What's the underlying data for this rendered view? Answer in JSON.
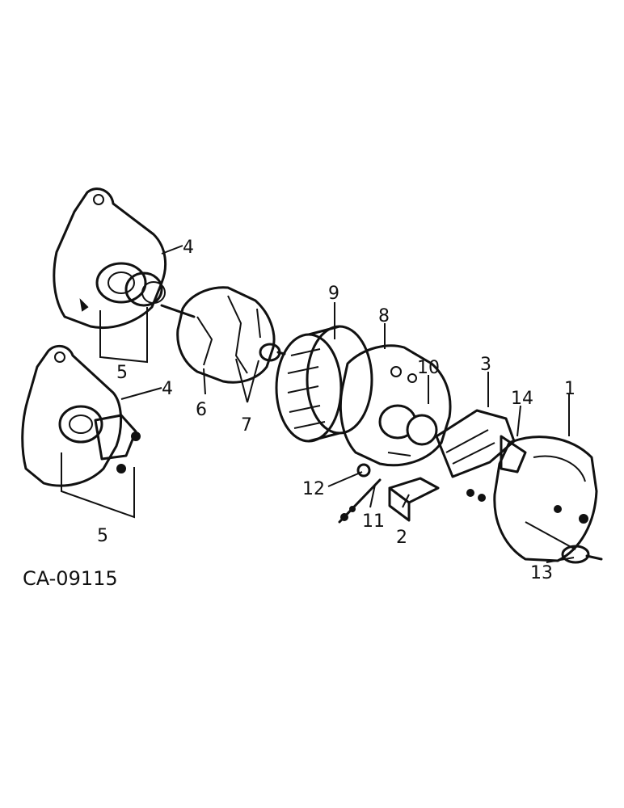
{
  "drawing_number": "CA-09115",
  "callouts": [
    "4",
    "5",
    "4",
    "5",
    "6",
    "7",
    "9",
    "8",
    "10",
    "3",
    "14",
    "1",
    "12",
    "11",
    "2",
    "13"
  ]
}
